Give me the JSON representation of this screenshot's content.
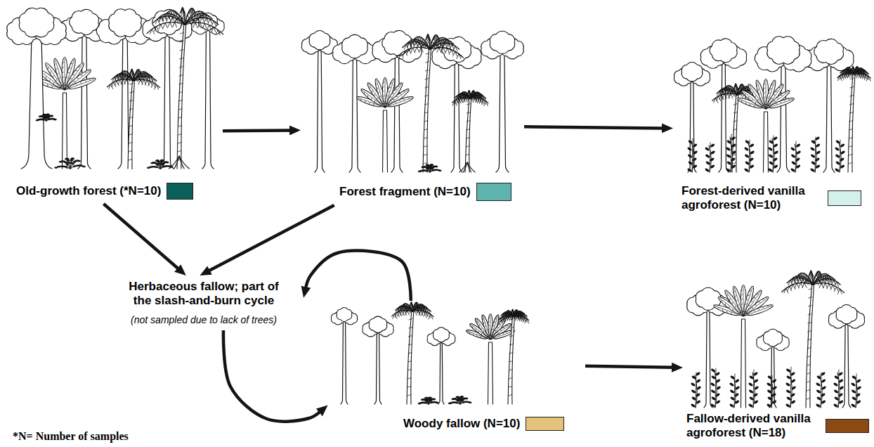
{
  "diagram": {
    "nodes": [
      {
        "text": [
          "Old-growth forest (*N=10)"
        ]
      },
      {
        "text": [
          "Forest fragment (N=10)"
        ]
      },
      {
        "text": [
          "Forest-derived vanilla agroforest (N=10)"
        ]
      },
      {
        "text": [
          "Herbaceous fallow; part of the slash-and-burn cycle",
          "(not sampled due to lack of trees)"
        ]
      },
      {
        "text": [
          "Woody fallow (N=10)"
        ]
      },
      {
        "text": [
          "Fallow-derived vanilla agroforest (N=18)"
        ]
      }
    ],
    "edges": [
      {
        "from": 0,
        "to": 1,
        "arrow": "to"
      },
      {
        "from": 1,
        "to": 2,
        "arrow": "to"
      },
      {
        "from": 0,
        "to": 3,
        "arrow": "to"
      },
      {
        "from": 1,
        "to": 3,
        "arrow": "to"
      },
      {
        "from": 4,
        "to": 3,
        "arrow": "to"
      },
      {
        "from": 3,
        "to": 4,
        "arrow": "to"
      },
      {
        "from": 4,
        "to": 5,
        "arrow": "to"
      }
    ],
    "labels": [
      "*N= Number of samples"
    ]
  }
}
